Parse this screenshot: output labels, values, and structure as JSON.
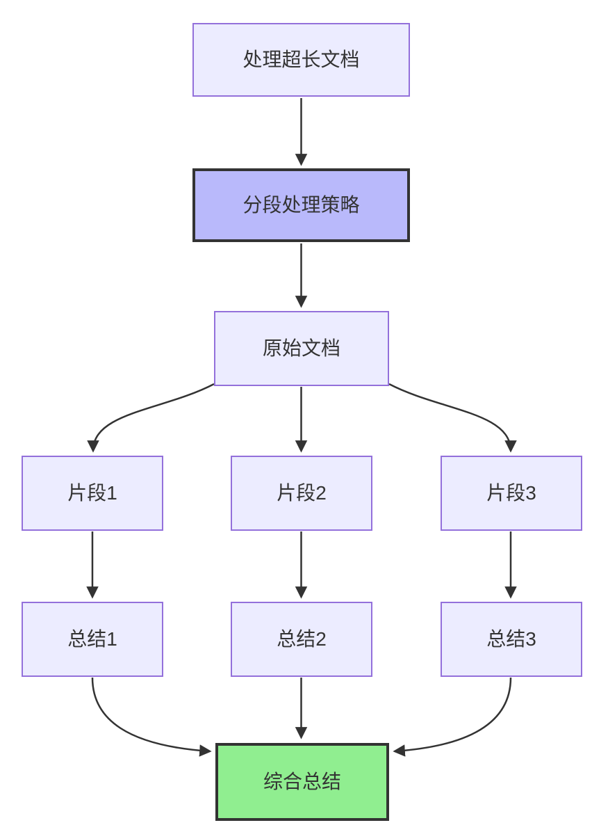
{
  "diagram": {
    "type": "flowchart",
    "direction": "top-down",
    "nodes": [
      {
        "id": "A",
        "label": "处理超长文档",
        "style": "default"
      },
      {
        "id": "B",
        "label": "分段处理策略",
        "style": "emphasis"
      },
      {
        "id": "C",
        "label": "原始文档",
        "style": "default"
      },
      {
        "id": "F1",
        "label": "片段1",
        "style": "default"
      },
      {
        "id": "F2",
        "label": "片段2",
        "style": "default"
      },
      {
        "id": "F3",
        "label": "片段3",
        "style": "default"
      },
      {
        "id": "S1",
        "label": "总结1",
        "style": "default"
      },
      {
        "id": "S2",
        "label": "总结2",
        "style": "default"
      },
      {
        "id": "S3",
        "label": "总结3",
        "style": "default"
      },
      {
        "id": "G",
        "label": "综合总结",
        "style": "success"
      }
    ],
    "edges": [
      {
        "from": "A",
        "to": "B"
      },
      {
        "from": "B",
        "to": "C"
      },
      {
        "from": "C",
        "to": "F1"
      },
      {
        "from": "C",
        "to": "F2"
      },
      {
        "from": "C",
        "to": "F3"
      },
      {
        "from": "F1",
        "to": "S1"
      },
      {
        "from": "F2",
        "to": "S2"
      },
      {
        "from": "F3",
        "to": "S3"
      },
      {
        "from": "S1",
        "to": "G"
      },
      {
        "from": "S2",
        "to": "G"
      },
      {
        "from": "S3",
        "to": "G"
      }
    ],
    "colors": {
      "background": "#FFFFFF",
      "node_fill": "#ECECFF",
      "node_border": "#9370DB",
      "emphasis_fill": "#B9B9FB",
      "emphasis_border": "#333333",
      "success_fill": "#90EE90",
      "success_border": "#333333",
      "edge": "#333333",
      "text": "#333333"
    }
  }
}
